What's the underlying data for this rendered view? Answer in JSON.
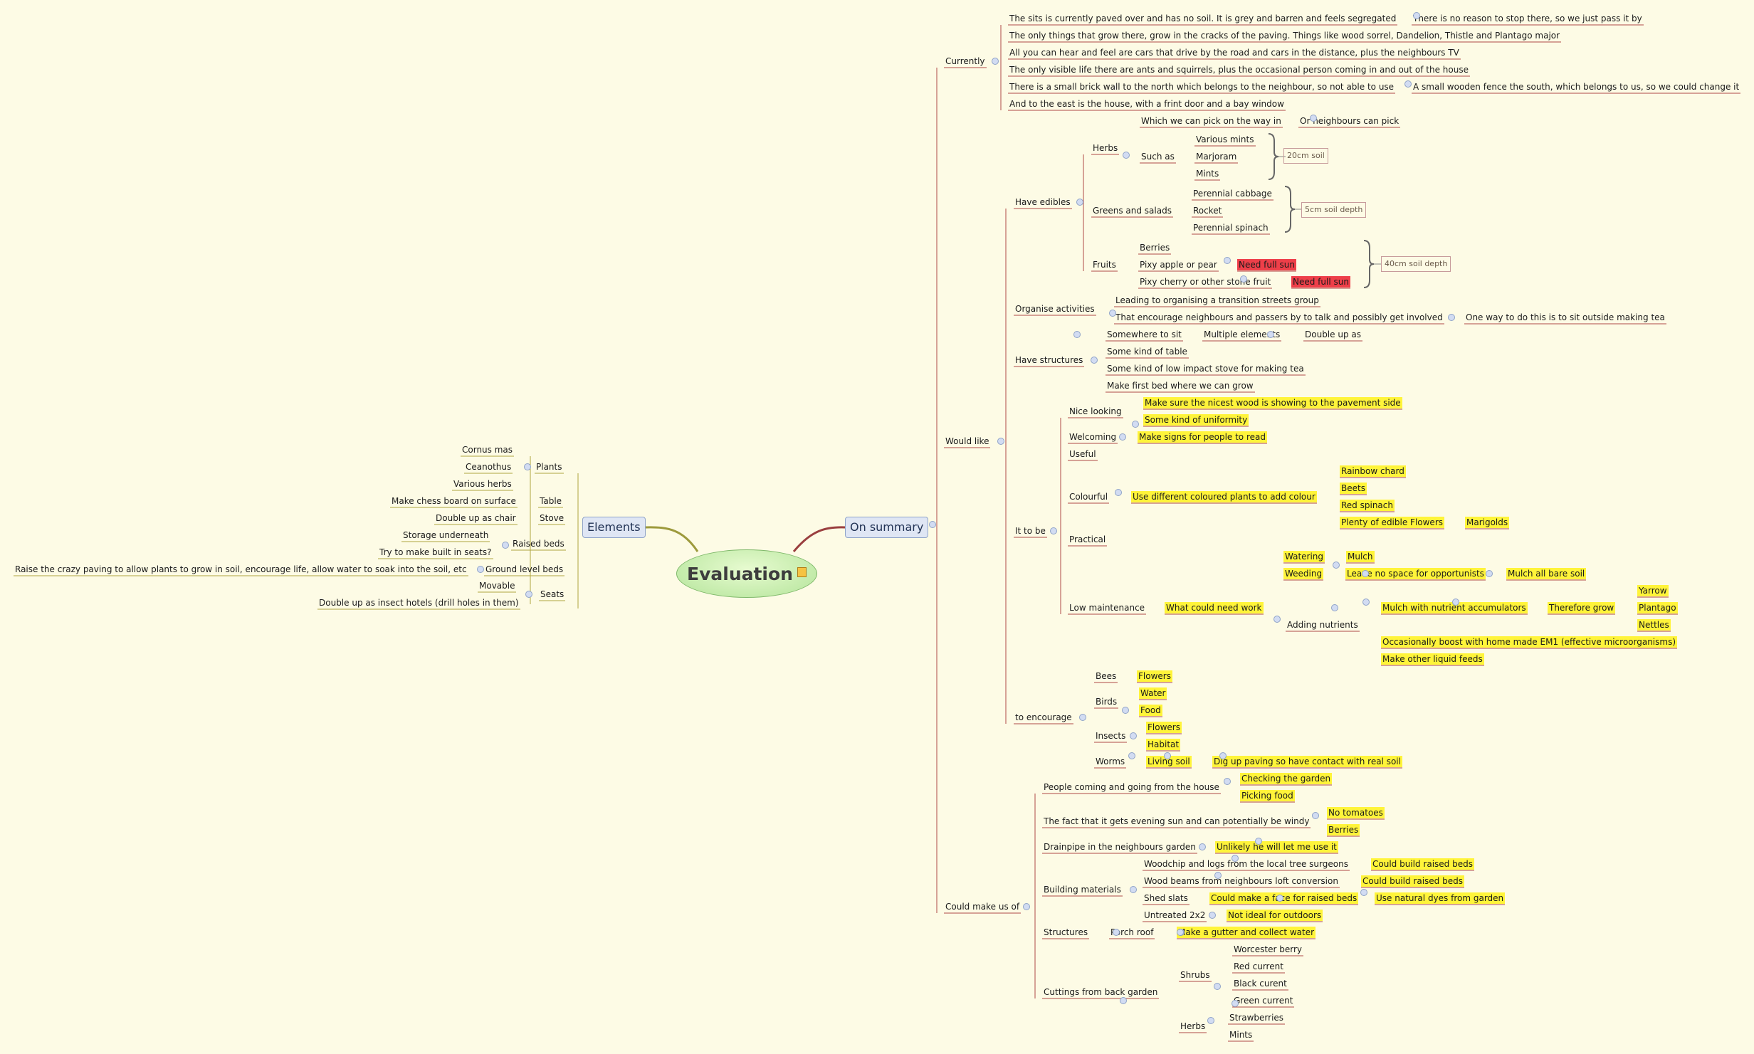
{
  "root": {
    "label": "Evaluation"
  },
  "elements": {
    "label": "Elements",
    "plants": {
      "label": "Plants",
      "items": [
        "Cornus mas",
        "Ceanothus",
        "Various herbs"
      ]
    },
    "table": {
      "label": "Table",
      "item": "Make chess board on surface"
    },
    "stove": {
      "label": "Stove",
      "item": "Double up as chair"
    },
    "raised_beds": {
      "label": "Raised beds",
      "items": [
        "Storage underneath",
        "Try to make built in seats?"
      ]
    },
    "ground_beds": {
      "label": "Ground level beds",
      "item": "Raise the crazy paving to allow plants to grow in soil, encourage life, allow water to soak into the soil, etc"
    },
    "seats": {
      "label": "Seats",
      "items": [
        "Movable",
        "Double up as insect hotels (drill holes in them)"
      ]
    }
  },
  "summary": {
    "label": "On summary",
    "currently": {
      "label": "Currently",
      "items": [
        "The sits is currently paved over and has no soil. It is grey and barren and feels segregated",
        "The only things that grow there, grow in the cracks of the paving. Things like wood sorrel, Dandelion, Thistle and Plantago major",
        "All you can hear and feel are cars that drive by the road and cars in the distance, plus the neighbours TV",
        "The only visible life there are ants and squirrels, plus the occasional person coming in and out of the house",
        "There is a small brick wall to the north which belongs to the neighbour, so not able to use",
        "And to the east is the house, with a frint door and a bay window"
      ],
      "item0_child": "There is no reason to stop there, so we just pass it by",
      "item4_child": "A small wooden fence the south, which belongs to us, so we could change it"
    },
    "would_like": {
      "label": "Would like",
      "edibles": {
        "label": "Have edibles",
        "herbs": {
          "label": "Herbs",
          "way": "Which we can pick on the way in",
          "way_child": "Or neighbours can pick",
          "such_as": "Such as",
          "items": [
            "Various mints",
            "Marjoram",
            "Mints"
          ],
          "note": "20cm soil"
        },
        "greens": {
          "label": "Greens and salads",
          "items": [
            "Perennial cabbage",
            "Rocket",
            "Perennial spinach"
          ],
          "note": "5cm soil depth"
        },
        "fruits": {
          "label": "Fruits",
          "items": [
            "Berries",
            "Pixy apple or pear",
            "Pixy cherry or other stone fruit"
          ],
          "flag": "Need full sun",
          "note": "40cm soil depth"
        }
      },
      "organise": {
        "label": "Organise activities",
        "items": [
          "Leading to organising a transition streets group",
          "That encourage neighbours and passers by to talk and possibly get involved"
        ],
        "child": "One way to do this is to sit outside making tea"
      },
      "structures": {
        "label": "Have structures",
        "sit": "Somewhere to sit",
        "multiple": "Multiple elements",
        "double": "Double up as",
        "items": [
          "Some kind of table",
          "Some kind of low impact stove for making tea",
          "Make first bed where we can grow"
        ]
      },
      "it_to_be": {
        "label": "It to be",
        "nice": {
          "label": "Nice looking",
          "items": [
            "Make sure the nicest wood is showing to the pavement side",
            "Some kind of uniformity"
          ]
        },
        "welcoming": {
          "label": "Welcoming",
          "item": "Make signs for people to read"
        },
        "useful": "Useful",
        "colourful": {
          "label": "Colourful",
          "item": "Use different coloured plants to add colour",
          "items": [
            "Rainbow chard",
            "Beets",
            "Red spinach",
            "Plenty of edible Flowers"
          ],
          "marigolds": "Marigolds"
        },
        "practical": "Practical",
        "low_maint": {
          "label": "Low maintenance",
          "need": "What could need work",
          "watering": "Watering",
          "mulch": "Mulch",
          "weeding": "Weeding",
          "leave": "Leave no space for opportunists",
          "mulch_bare": "Mulch all bare soil",
          "nutrients": "Adding nutrients",
          "accumulators": "Mulch with nutrient accumulators",
          "therefore": "Therefore grow",
          "plants": [
            "Yarrow",
            "Plantago",
            "Nettles"
          ],
          "em1": "Occasionally boost with home made EM1 (effective microorganisms)",
          "liquid": "Make other liquid feeds"
        }
      },
      "encourage": {
        "label": "to encourage",
        "bees": "Bees",
        "bees_item": "Flowers",
        "birds": "Birds",
        "birds_items": [
          "Water",
          "Food"
        ],
        "insects": "Insects",
        "insects_items": [
          "Flowers",
          "Habitat"
        ],
        "worms": "Worms",
        "worms_item": "Living soil",
        "worms_child": "Dig up paving so have contact with real soil"
      }
    },
    "could_make": {
      "label": "Could make us of",
      "people": {
        "label": "People coming and going from the house",
        "items": [
          "Checking the garden",
          "Picking food"
        ]
      },
      "windy": {
        "label": "The fact that it gets evening sun and can potentially be windy",
        "items": [
          "No tomatoes",
          "Berries"
        ]
      },
      "drainpipe": {
        "label": "Drainpipe in the neighbours garden",
        "item": "Unlikely he will let me use it"
      },
      "materials": {
        "label": "Building materials",
        "items": [
          "Woodchip and logs from the local tree surgeons",
          "Wood beams from neighbours loft conversion",
          "Shed slats",
          "Untreated 2x2"
        ],
        "results": [
          "Could build raised beds",
          "Could build raised beds",
          "Could make a face for raised beds",
          "Not ideal for outdoors"
        ],
        "dyes": "Use natural dyes from garden"
      },
      "structures": {
        "label": "Structures",
        "porch": "Porch roof",
        "gutter": "Make a gutter and collect water"
      },
      "cuttings": {
        "label": "Cuttings from back garden",
        "shrubs": "Shrubs",
        "shrub_items": [
          "Worcester berry",
          "Red current",
          "Black curent",
          "Green current"
        ],
        "herbs": "Herbs",
        "herb_items": [
          "Strawberries",
          "Mints"
        ]
      }
    }
  },
  "colors": {
    "branch_right": "#b04848",
    "branch_left": "#b0a440",
    "highlight": "#fff43a",
    "flag": "#ee3f49"
  }
}
